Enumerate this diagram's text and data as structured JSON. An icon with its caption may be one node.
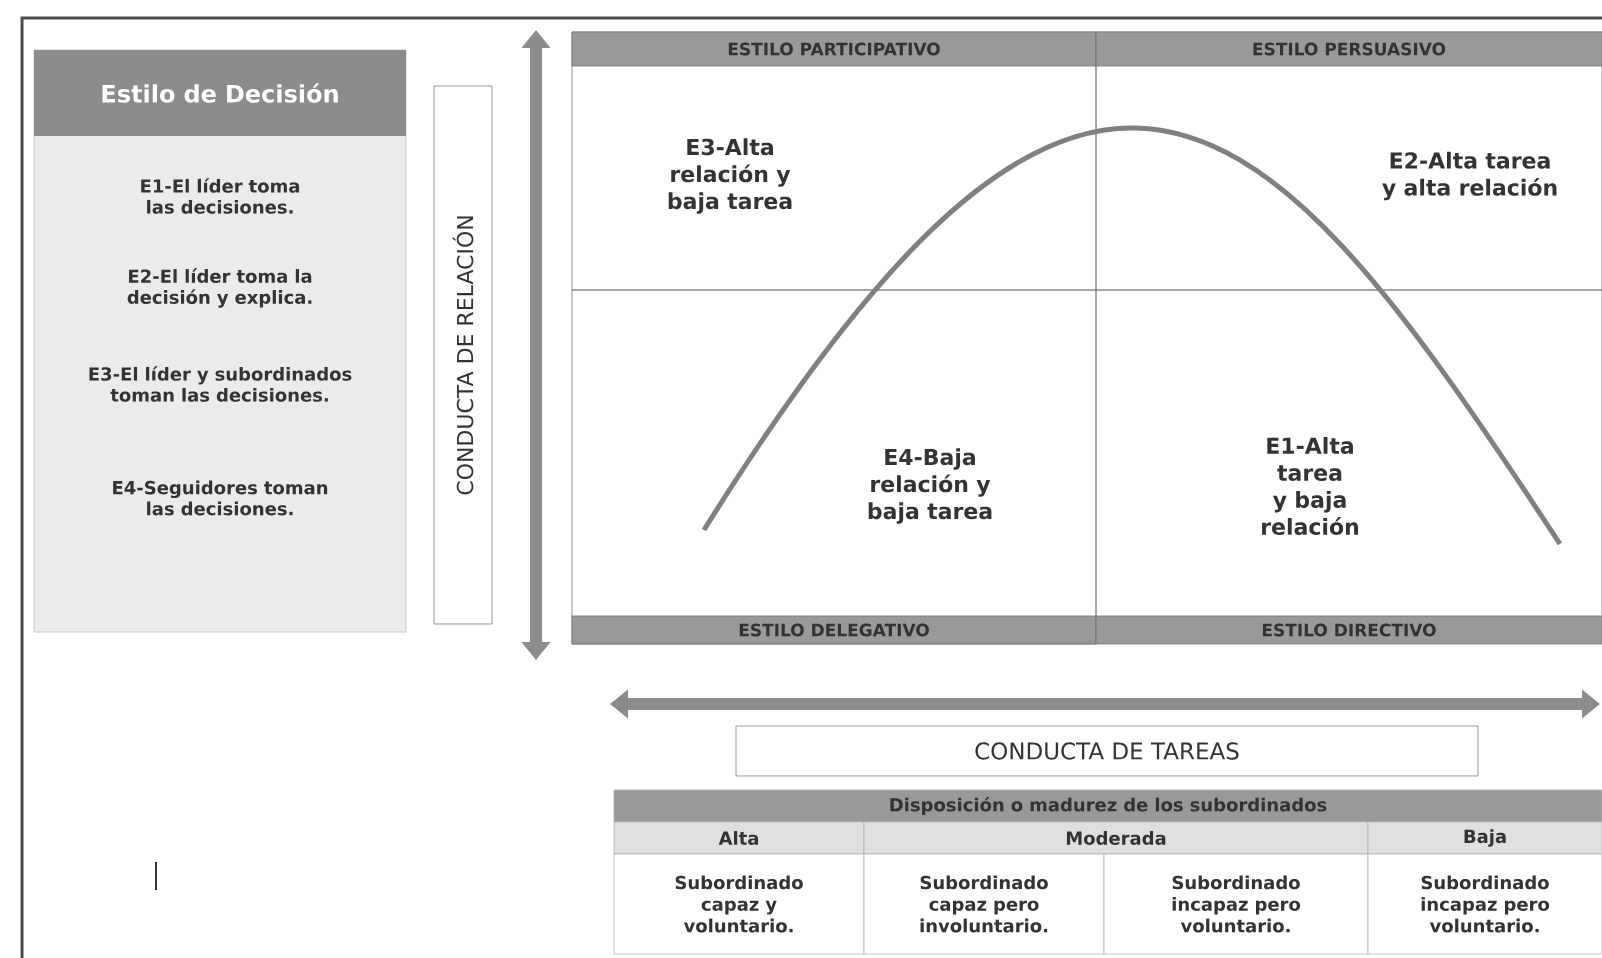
{
  "diagram": {
    "nodes": [
      {
        "text": [
          "Estilo de Decisión",
          "E1-El líder toma las decisiones.",
          "E2-El líder toma la decisión y explica.",
          "E3-El líder y subordinados toman las decisiones.",
          "E4-Seguidores toman las decisiones."
        ]
      },
      {
        "text": [
          "CONDUCTA DE RELACIÓN"
        ]
      },
      {
        "text": [
          "ESTILO PARTICIPATIVO",
          "E3-Alta relación y baja tarea"
        ]
      },
      {
        "text": [
          "ESTILO PERSUASIVO",
          "E2-Alta tarea y alta relación"
        ]
      },
      {
        "text": [
          "E4-Baja relación y baja tarea",
          "ESTILO DELEGATIVO"
        ]
      },
      {
        "text": [
          "E1-Alta tarea y baja relación",
          "ESTILO DIRECTIVO"
        ]
      },
      {
        "text": [
          "CONDUCTA DE TAREAS"
        ]
      }
    ],
    "labels": [
      "Disposición o madurez de los subordinados",
      "Alta",
      "Moderada",
      "Baja",
      "Subordinado capaz y voluntario.",
      "Subordinado capaz pero involuntario.",
      "Subordinado incapaz pero voluntario.",
      "Subordinado incapaz pero voluntario."
    ]
  }
}
